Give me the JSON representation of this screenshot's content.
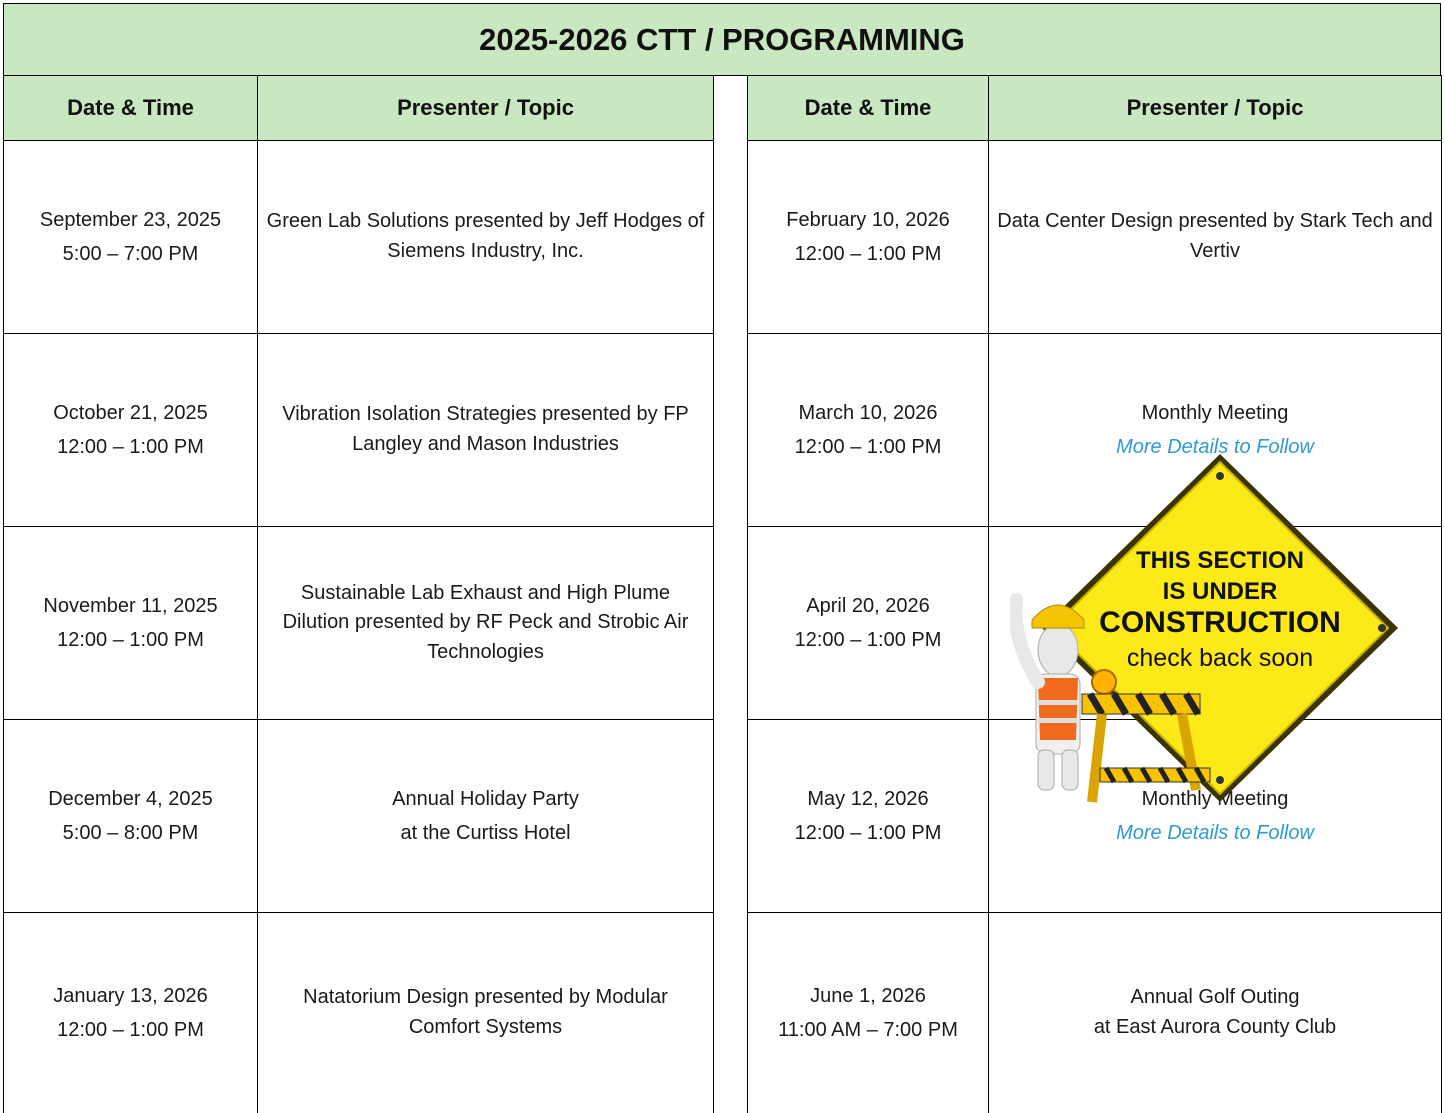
{
  "title": "2025-2026 CTT / PROGRAMMING",
  "headers": {
    "date": "Date & Time",
    "topic": "Presenter / Topic"
  },
  "left_rows": [
    {
      "date": "September 23, 2025",
      "time": "5:00 – 7:00 PM",
      "topic": "Green Lab Solutions presented by Jeff Hodges of Siemens Industry, Inc."
    },
    {
      "date": "October 21, 2025",
      "time": "12:00 – 1:00 PM",
      "topic": "Vibration Isolation Strategies presented by FP Langley and Mason Industries"
    },
    {
      "date": "November 11, 2025",
      "time": "12:00 – 1:00 PM",
      "topic": "Sustainable Lab Exhaust and High Plume Dilution presented by RF Peck and Strobic Air Technologies"
    },
    {
      "date": "December 4, 2025",
      "time": "5:00 – 8:00 PM",
      "topic": "Annual Holiday Party",
      "topic2": "at the Curtiss Hotel"
    },
    {
      "date": "January 13, 2026",
      "time": "12:00 – 1:00 PM",
      "topic": "Natatorium Design presented by Modular Comfort Systems"
    }
  ],
  "right_rows": [
    {
      "date": "February 10, 2026",
      "time": "12:00 – 1:00 PM",
      "topic": "Data Center Design presented by Stark Tech and Vertiv"
    },
    {
      "date": "March 10, 2026",
      "time": "12:00 – 1:00 PM",
      "topic": "Monthly Meeting",
      "details": "More Details to Follow"
    },
    {
      "date": "April 20, 2026",
      "time": "12:00 – 1:00 PM",
      "topic": ""
    },
    {
      "date": "May 12, 2026",
      "time": "12:00 – 1:00 PM",
      "topic": "Monthly Meeting",
      "details": "More Details to Follow"
    },
    {
      "date": "June 1, 2026",
      "time": "11:00 AM – 7:00 PM",
      "topic": "Annual Golf Outing",
      "topic2": "at East Aurora County Club"
    }
  ],
  "sign": {
    "line1": "THIS SECTION",
    "line2": "IS UNDER",
    "line3": "CONSTRUCTION",
    "line4": "check back soon"
  },
  "colors": {
    "header_green": "#c9e8c1",
    "details_blue": "#2e9bd0",
    "sign_yellow": "#fde918"
  }
}
